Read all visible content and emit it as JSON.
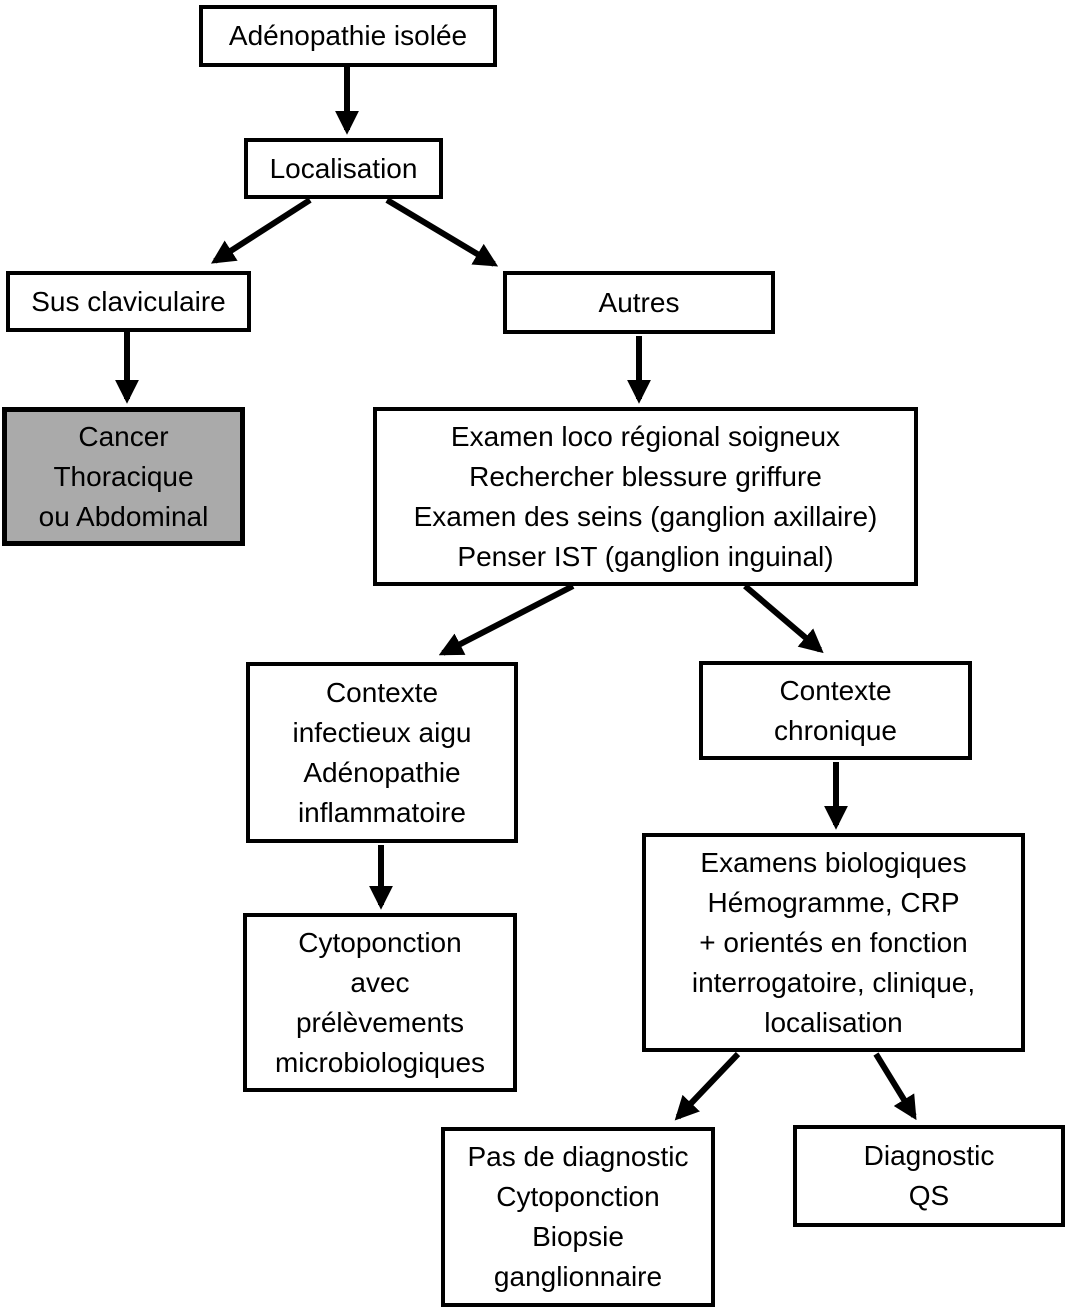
{
  "diagram": {
    "type": "flowchart",
    "language": "fr",
    "root_label": "Adénopathie isolée"
  },
  "nodes": {
    "adenopathie_isolee": {
      "label": "Adénopathie isolée"
    },
    "localisation": {
      "label": "Localisation"
    },
    "sus_claviculaire": {
      "label": "Sus claviculaire"
    },
    "autres": {
      "label": "Autres"
    },
    "cancer_thoracique": {
      "label": "Cancer\nThoracique\nou Abdominal"
    },
    "examen_loco": {
      "label": "Examen loco régional soigneux\nRechercher blessure griffure\nExamen des seins (ganglion axillaire)\nPenser IST (ganglion inguinal)"
    },
    "contexte_infectieux": {
      "label": "Contexte\ninfectieux aigu\nAdénopathie\ninflammatoire"
    },
    "contexte_chronique": {
      "label": "Contexte\nchronique"
    },
    "cytoponction": {
      "label": "Cytoponction\navec\nprélèvements\nmicrobiologiques"
    },
    "examens_biologiques": {
      "label": "Examens biologiques\nHémogramme, CRP\n+ orientés en fonction\ninterrogatoire, clinique,\nlocalisation"
    },
    "pas_de_diagnostic": {
      "label": "Pas de diagnostic\nCytoponction\nBiopsie\nganglionnaire"
    },
    "diagnostic_qs": {
      "label": "Diagnostic\nQS"
    }
  },
  "edges": [
    {
      "from": "adenopathie_isolee",
      "to": "localisation"
    },
    {
      "from": "localisation",
      "to": "sus_claviculaire"
    },
    {
      "from": "localisation",
      "to": "autres"
    },
    {
      "from": "sus_claviculaire",
      "to": "cancer_thoracique"
    },
    {
      "from": "autres",
      "to": "examen_loco"
    },
    {
      "from": "examen_loco",
      "to": "contexte_infectieux"
    },
    {
      "from": "examen_loco",
      "to": "contexte_chronique"
    },
    {
      "from": "contexte_infectieux",
      "to": "cytoponction"
    },
    {
      "from": "contexte_chronique",
      "to": "examens_biologiques"
    },
    {
      "from": "examens_biologiques",
      "to": "pas_de_diagnostic"
    },
    {
      "from": "examens_biologiques",
      "to": "diagnostic_qs"
    }
  ],
  "colors": {
    "background": "#ffffff",
    "node_fill": "#ffffff",
    "node_border": "#000000",
    "highlight_fill": "#aaaaaa",
    "arrow": "#000000",
    "text": "#000000"
  }
}
